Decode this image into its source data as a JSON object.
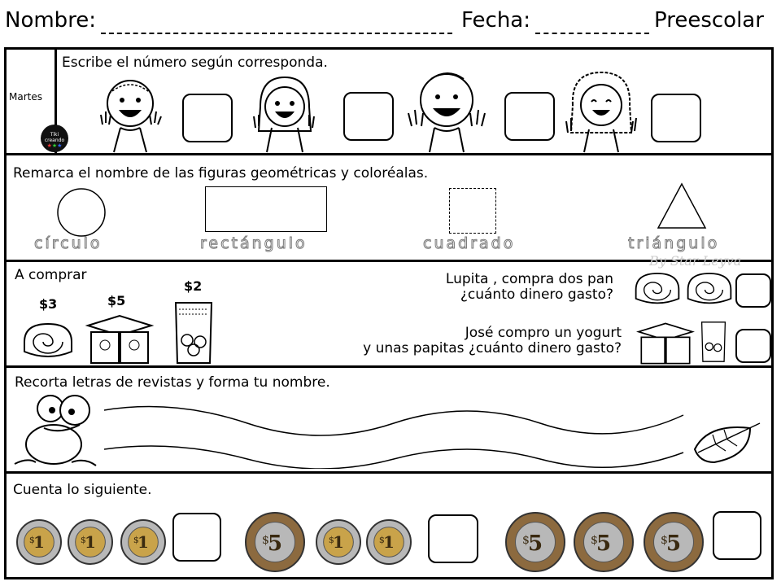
{
  "header": {
    "name_label": "Nombre:",
    "date_label": "Fecha:",
    "level": "Preescolar"
  },
  "day": "Martes",
  "logo_text": "Tiki creando",
  "sections": {
    "numbers": {
      "instruction": "Escribe el número según corresponda.",
      "images": [
        "boy-face-icon",
        "girl-face-icon",
        "boy-face-icon",
        "girl-curly-face-icon"
      ]
    },
    "shapes": {
      "instruction": "Remarca el nombre de las figuras geométricas y coloréalas.",
      "shapes": [
        {
          "name": "círculo",
          "icon": "circle-icon"
        },
        {
          "name": "rectángulo",
          "icon": "rectangle-icon"
        },
        {
          "name": "cuadrado",
          "icon": "square-icon"
        },
        {
          "name": "triángulo",
          "icon": "triangle-icon"
        }
      ],
      "watermark": "By Star Leyva"
    },
    "shopping": {
      "instruction": "A comprar",
      "items": [
        {
          "price": "$3",
          "icon": "bread-icon"
        },
        {
          "price": "$5",
          "icon": "yogurt-icon"
        },
        {
          "price": "$2",
          "icon": "chips-icon"
        }
      ],
      "question1": {
        "line1": "Lupita , compra dos pan",
        "line2": "¿cuánto dinero gasto?"
      },
      "question2": {
        "line1": "José compro un yogurt",
        "line2": "y unas papitas ¿cuánto dinero gasto?"
      }
    },
    "name": {
      "instruction": "Recorta letras de revistas y forma tu nombre."
    },
    "count": {
      "instruction": "Cuenta lo siguiente.",
      "groups": [
        {
          "coins": [
            "1",
            "1",
            "1"
          ]
        },
        {
          "coins": [
            "5",
            "1",
            "1"
          ]
        },
        {
          "coins": [
            "5",
            "5",
            "5"
          ]
        }
      ]
    }
  },
  "colors": {
    "coin_gold": "#c9a34a",
    "coin_silver": "#b8b8b8",
    "coin_bronze": "#8c6a3f",
    "trace_gray": "#777777"
  }
}
